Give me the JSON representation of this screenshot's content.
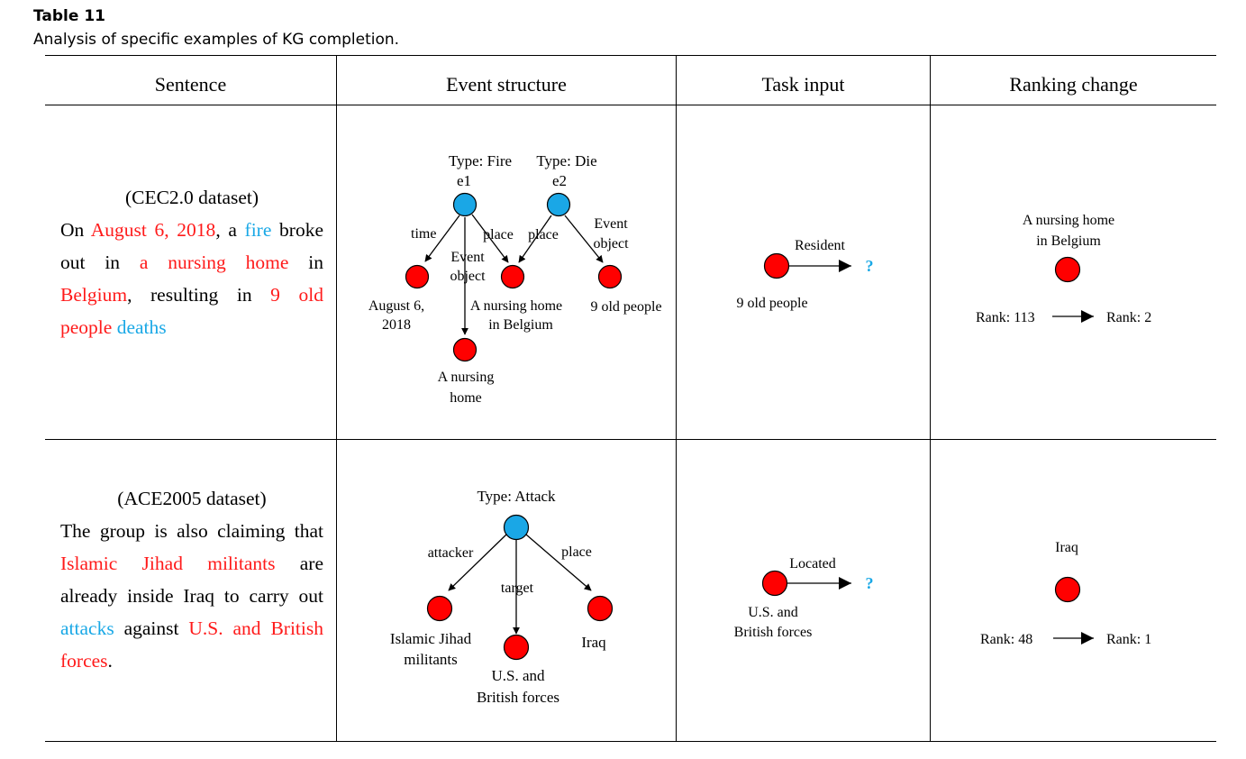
{
  "caption": {
    "label": "Table 11",
    "text": "Analysis of specific examples of KG completion."
  },
  "headers": [
    "Sentence",
    "Event structure",
    "Task input",
    "Ranking change"
  ],
  "rows": [
    {
      "sentence": {
        "dataset": "(CEC2.0 dataset)",
        "segments": [
          {
            "text": "On ",
            "color": "black"
          },
          {
            "text": "August 6, 2018",
            "color": "red"
          },
          {
            "text": ", a ",
            "color": "black"
          },
          {
            "text": "fire",
            "color": "blue"
          },
          {
            "text": " broke out in ",
            "color": "black"
          },
          {
            "text": "a nursing home",
            "color": "red"
          },
          {
            "text": " in ",
            "color": "black"
          },
          {
            "text": "Belgium",
            "color": "red"
          },
          {
            "text": ", resulting in ",
            "color": "black"
          },
          {
            "text": "9 old people",
            "color": "red"
          },
          {
            "text": " ",
            "color": "black"
          },
          {
            "text": "deaths",
            "color": "blue"
          }
        ]
      },
      "event_structure": {
        "events": [
          {
            "id": "e1",
            "type": "Type: Fire"
          },
          {
            "id": "e2",
            "type": "Type: Die"
          }
        ],
        "edge_labels": [
          "time",
          "Event object",
          "place",
          "place",
          "Event object"
        ],
        "entities": [
          "August 6, 2018",
          "A nursing home",
          "A nursing home in Belgium",
          "9 old people"
        ]
      },
      "task_input": {
        "head": "9 old people",
        "relation": "Resident",
        "tail": "?"
      },
      "ranking_change": {
        "entity": "A nursing home in Belgium",
        "rank_before": "Rank: 113",
        "rank_after": "Rank: 2"
      }
    },
    {
      "sentence": {
        "dataset": "(ACE2005 dataset)",
        "segments": [
          {
            "text": "The group is also claiming that ",
            "color": "black"
          },
          {
            "text": "Islamic Jihad militants",
            "color": "red"
          },
          {
            "text": " are already inside Iraq to carry out ",
            "color": "black"
          },
          {
            "text": "attacks",
            "color": "blue"
          },
          {
            "text": " against ",
            "color": "black"
          },
          {
            "text": "U.S. and British forces",
            "color": "red"
          },
          {
            "text": ".",
            "color": "black"
          }
        ]
      },
      "event_structure": {
        "events": [
          {
            "id": "",
            "type": "Type: Attack"
          }
        ],
        "edge_labels": [
          "attacker",
          "target",
          "place"
        ],
        "entities": [
          "Islamic Jihad militants",
          "U.S. and British forces",
          "Iraq"
        ]
      },
      "task_input": {
        "head": "U.S. and British forces",
        "relation": "Located",
        "tail": "?"
      },
      "ranking_change": {
        "entity": "Iraq",
        "rank_before": "Rank: 48",
        "rank_after": "Rank: 1"
      }
    }
  ],
  "colors": {
    "entity": "#ff0000",
    "event": "#1aa7e6",
    "text_red": "#ff1a1a",
    "text_blue": "#19a8e6"
  }
}
